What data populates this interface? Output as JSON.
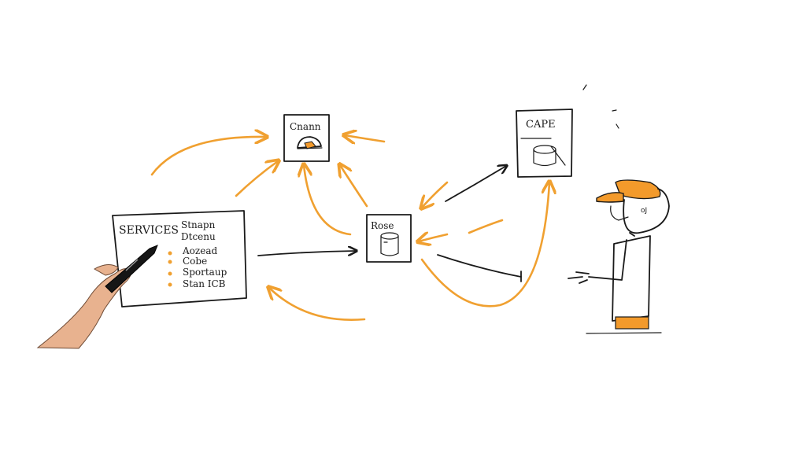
{
  "services_box": {
    "title": "SERVICES",
    "items": [
      "Stnapn",
      "Dtcenu",
      "Aozead",
      "Cobe",
      "Sportaup",
      "Stan ICB"
    ]
  },
  "nodes": {
    "top": "Cnann",
    "center": "Rose",
    "right": "CAPE"
  },
  "colors": {
    "accent": "#f0a030",
    "ink": "#1a1a1a",
    "background": "#ffffff"
  }
}
